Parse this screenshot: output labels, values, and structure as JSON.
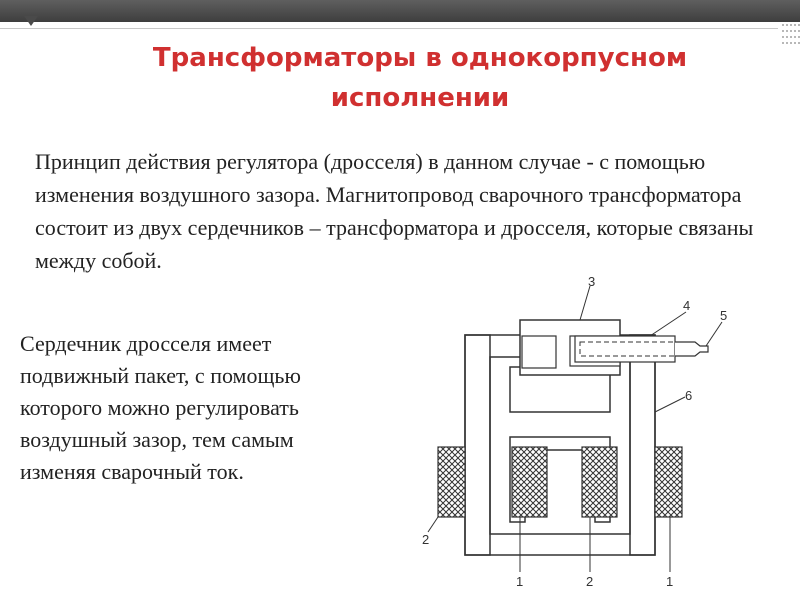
{
  "slide": {
    "title": "Трансформаторы в однокорпусном исполнении",
    "paragraph_1": "Принцип действия регулятора (дросселя) в данном случае - с помощью изменения воздушного зазора. Магнитопровод сварочного трансформатора состоит из двух сердечников – трансформатора и дросселя, которые связаны между собой.",
    "paragraph_2": "Сердечник дросселя имеет подвижный пакет, с помощью которого можно регулировать воздушный зазор, тем самым изменяя сварочный ток."
  },
  "diagram": {
    "labels": {
      "label_3": "3",
      "label_4": "4",
      "label_5": "5",
      "label_6": "6",
      "label_2_left": "2",
      "label_1_bottom_left": "1",
      "label_2_bottom": "2",
      "label_1_bottom_right": "1"
    }
  },
  "colors": {
    "title": "#d03030",
    "top_bar": "#4a4a4a"
  }
}
